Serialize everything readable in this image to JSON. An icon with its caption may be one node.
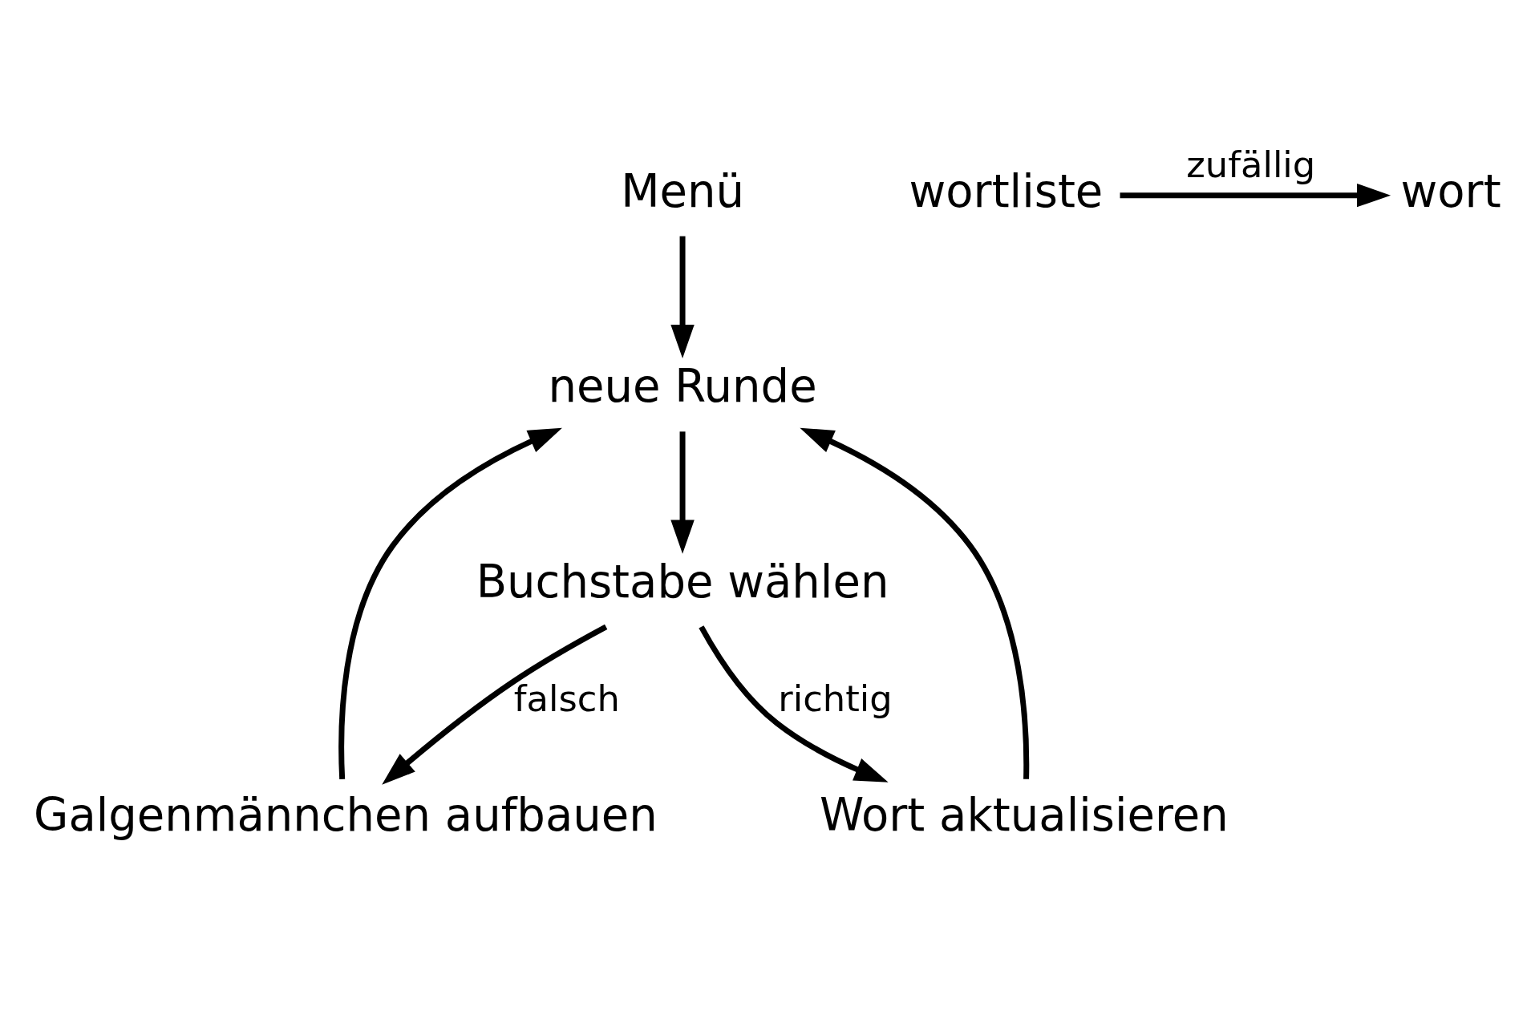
{
  "diagram": {
    "nodes": [
      {
        "text": [
          "Menü"
        ]
      },
      {
        "text": [
          "neue Runde"
        ]
      },
      {
        "text": [
          "Buchstabe wählen"
        ]
      },
      {
        "text": [
          "Galgenmännchen aufbauen"
        ]
      },
      {
        "text": [
          "Wort aktualisieren"
        ]
      },
      {
        "text": [
          "wortliste"
        ]
      },
      {
        "text": [
          "wort"
        ]
      }
    ],
    "edges": [
      {
        "from": 0,
        "to": 1,
        "arrow": "to"
      },
      {
        "from": 1,
        "to": 2,
        "arrow": "to"
      },
      {
        "from": 2,
        "to": 3,
        "label": "falsch",
        "arrow": "to"
      },
      {
        "from": 2,
        "to": 4,
        "label": "richtig",
        "arrow": "to"
      },
      {
        "from": 3,
        "to": 1,
        "arrow": "to"
      },
      {
        "from": 4,
        "to": 1,
        "arrow": "to"
      },
      {
        "from": 5,
        "to": 6,
        "label": "zufällig",
        "arrow": "to"
      }
    ]
  }
}
